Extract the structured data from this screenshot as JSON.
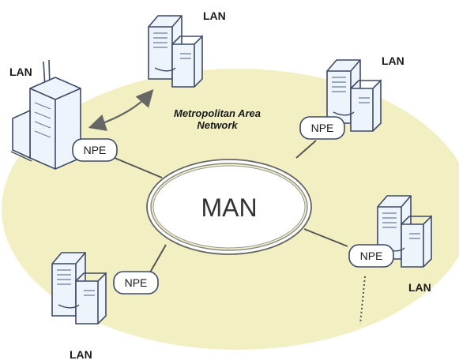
{
  "colors": {
    "background_ellipse": "#f2f0c2",
    "building_fill": "#eef4fb",
    "building_stroke": "#3c4a6a",
    "link": "#555555",
    "arrow": "#666666"
  },
  "area_label": {
    "line1": "Metropolitan Area",
    "line2": "Network"
  },
  "hub": {
    "label": "MAN"
  },
  "nodes": [
    {
      "id": "top",
      "lan_label": "LAN",
      "npe_label": ""
    },
    {
      "id": "left",
      "lan_label": "LAN",
      "npe_label": "NPE"
    },
    {
      "id": "right",
      "lan_label": "LAN",
      "npe_label": "NPE"
    },
    {
      "id": "right-lower",
      "lan_label": "LAN",
      "npe_label": "NPE"
    },
    {
      "id": "bottom-left",
      "lan_label": "LAN",
      "npe_label": "NPE"
    }
  ],
  "icons": {
    "server": "server-building-icon",
    "tower": "office-tower-icon",
    "arrow": "double-arrow-icon"
  }
}
